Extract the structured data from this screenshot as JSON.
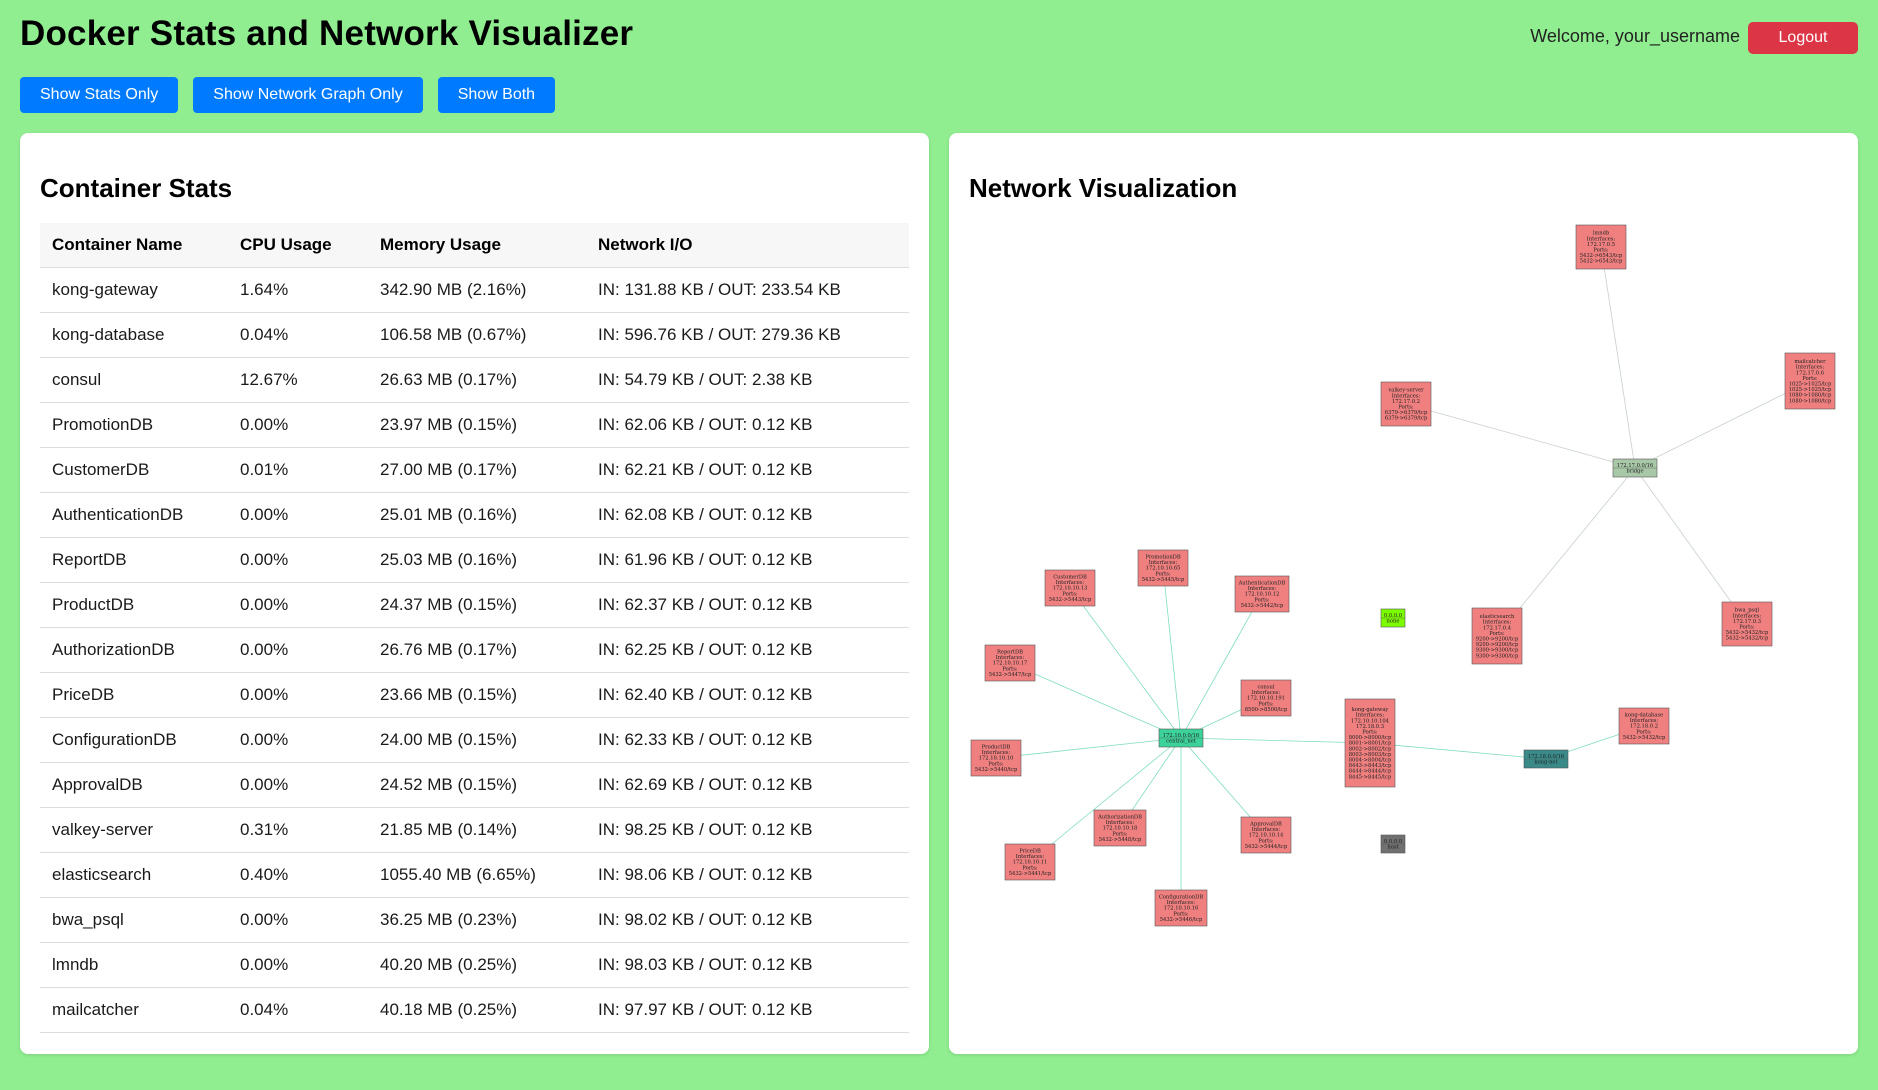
{
  "header": {
    "title": "Docker Stats and Network Visualizer",
    "welcome": "Welcome, your_username",
    "logout_label": "Logout"
  },
  "toolbar": {
    "stats_only_label": "Show Stats Only",
    "network_only_label": "Show Network Graph Only",
    "both_label": "Show Both"
  },
  "stats": {
    "title": "Container Stats",
    "columns": [
      "Container Name",
      "CPU Usage",
      "Memory Usage",
      "Network I/O"
    ],
    "rows": [
      [
        "kong-gateway",
        "1.64%",
        "342.90 MB (2.16%)",
        "IN: 131.88 KB / OUT: 233.54 KB"
      ],
      [
        "kong-database",
        "0.04%",
        "106.58 MB (0.67%)",
        "IN: 596.76 KB / OUT: 279.36 KB"
      ],
      [
        "consul",
        "12.67%",
        "26.63 MB (0.17%)",
        "IN: 54.79 KB / OUT: 2.38 KB"
      ],
      [
        "PromotionDB",
        "0.00%",
        "23.97 MB (0.15%)",
        "IN: 62.06 KB / OUT: 0.12 KB"
      ],
      [
        "CustomerDB",
        "0.01%",
        "27.00 MB (0.17%)",
        "IN: 62.21 KB / OUT: 0.12 KB"
      ],
      [
        "AuthenticationDB",
        "0.00%",
        "25.01 MB (0.16%)",
        "IN: 62.08 KB / OUT: 0.12 KB"
      ],
      [
        "ReportDB",
        "0.00%",
        "25.03 MB (0.16%)",
        "IN: 61.96 KB / OUT: 0.12 KB"
      ],
      [
        "ProductDB",
        "0.00%",
        "24.37 MB (0.15%)",
        "IN: 62.37 KB / OUT: 0.12 KB"
      ],
      [
        "AuthorizationDB",
        "0.00%",
        "26.76 MB (0.17%)",
        "IN: 62.25 KB / OUT: 0.12 KB"
      ],
      [
        "PriceDB",
        "0.00%",
        "23.66 MB (0.15%)",
        "IN: 62.40 KB / OUT: 0.12 KB"
      ],
      [
        "ConfigurationDB",
        "0.00%",
        "24.00 MB (0.15%)",
        "IN: 62.33 KB / OUT: 0.12 KB"
      ],
      [
        "ApprovalDB",
        "0.00%",
        "24.52 MB (0.15%)",
        "IN: 62.69 KB / OUT: 0.12 KB"
      ],
      [
        "valkey-server",
        "0.31%",
        "21.85 MB (0.14%)",
        "IN: 98.25 KB / OUT: 0.12 KB"
      ],
      [
        "elasticsearch",
        "0.40%",
        "1055.40 MB (6.65%)",
        "IN: 98.06 KB / OUT: 0.12 KB"
      ],
      [
        "bwa_psql",
        "0.00%",
        "36.25 MB (0.23%)",
        "IN: 98.02 KB / OUT: 0.12 KB"
      ],
      [
        "lmndb",
        "0.00%",
        "40.20 MB (0.25%)",
        "IN: 98.03 KB / OUT: 0.12 KB"
      ],
      [
        "mailcatcher",
        "0.04%",
        "40.18 MB (0.25%)",
        "IN: 97.97 KB / OUT: 0.12 KB"
      ]
    ]
  },
  "network": {
    "title": "Network Visualization",
    "colors": {
      "container": "#f08080",
      "central_net": "#3cd39b",
      "bridge": "#a8c8a8",
      "kong_net": "#3a8a8a",
      "none": "#7cfc00",
      "host": "#707070",
      "edge_green": "#7fdcc0",
      "edge_gray": "#c8d0c8"
    },
    "networks": [
      {
        "id": "central",
        "lines": [
          "172.10.0.0/16",
          "central_net"
        ],
        "color": "central_net"
      },
      {
        "id": "bridge",
        "lines": [
          "172.17.0.0/16",
          "bridge"
        ],
        "color": "bridge"
      },
      {
        "id": "kong",
        "lines": [
          "172.18.0.0/16",
          "kong-net"
        ],
        "color": "kong_net"
      },
      {
        "id": "none",
        "lines": [
          "0.0.0.0",
          "none"
        ],
        "color": "none"
      },
      {
        "id": "host",
        "lines": [
          "0.0.0.0",
          "host"
        ],
        "color": "host"
      }
    ],
    "containers": [
      {
        "id": "lmndb",
        "net": "bridge",
        "lines": [
          "lmndb",
          "Interfaces:",
          "172.17.0.5",
          "Ports:",
          "5432->6543/tcp",
          "5432->6543/tcp"
        ]
      },
      {
        "id": "mailcatcher",
        "net": "bridge",
        "lines": [
          "mailcatcher",
          "Interfaces:",
          "172.17.0.6",
          "Ports:",
          "1025->1025/tcp",
          "1025->1025/tcp",
          "1080->1080/tcp",
          "1080->1080/tcp"
        ]
      },
      {
        "id": "valkey",
        "net": "bridge",
        "lines": [
          "valkey-server",
          "Interfaces:",
          "172.17.0.2",
          "Ports:",
          "6379->6379/tcp",
          "6379->6379/tcp"
        ]
      },
      {
        "id": "elastic",
        "net": "bridge",
        "lines": [
          "elasticsearch",
          "Interfaces:",
          "172.17.0.4",
          "Ports:",
          "9200->9200/tcp",
          "9200->9200/tcp",
          "9300->9300/tcp",
          "9300->9300/tcp"
        ]
      },
      {
        "id": "bwa",
        "net": "bridge",
        "lines": [
          "bwa_psql",
          "Interfaces:",
          "172.17.0.3",
          "Ports:",
          "5432->5432/tcp",
          "5432->5432/tcp"
        ]
      },
      {
        "id": "customer",
        "net": "central",
        "lines": [
          "CustomerDB",
          "Interfaces:",
          "172.10.10.13",
          "Ports:",
          "5432->5443/tcp"
        ]
      },
      {
        "id": "promotion",
        "net": "central",
        "lines": [
          "PromotionDB",
          "Interfaces:",
          "172.10.10.65",
          "Ports:",
          "5432->5445/tcp"
        ]
      },
      {
        "id": "authentication",
        "net": "central",
        "lines": [
          "AuthenticationDB",
          "Interfaces:",
          "172.10.10.12",
          "Ports:",
          "5432->5442/tcp"
        ]
      },
      {
        "id": "report",
        "net": "central",
        "lines": [
          "ReportDB",
          "Interfaces:",
          "172.10.10.17",
          "Ports:",
          "5432->5447/tcp"
        ]
      },
      {
        "id": "consul",
        "net": "central",
        "lines": [
          "consul",
          "Interfaces:",
          "172.10.10.191",
          "Ports:",
          "8500->8500/tcp"
        ]
      },
      {
        "id": "product",
        "net": "central",
        "lines": [
          "ProductDB",
          "Interfaces:",
          "172.10.10.10",
          "Ports:",
          "5432->5440/tcp"
        ]
      },
      {
        "id": "authorization",
        "net": "central",
        "lines": [
          "AuthorizationDB",
          "Interfaces:",
          "172.10.10.18",
          "Ports:",
          "5432->5448/tcp"
        ]
      },
      {
        "id": "approval",
        "net": "central",
        "lines": [
          "ApprovalDB",
          "Interfaces:",
          "172.10.10.14",
          "Ports:",
          "5432->5444/tcp"
        ]
      },
      {
        "id": "price",
        "net": "central",
        "lines": [
          "PriceDB",
          "Interfaces:",
          "172.10.10.11",
          "Ports:",
          "5432->5441/tcp"
        ]
      },
      {
        "id": "configuration",
        "net": "central",
        "lines": [
          "ConfigurationDB",
          "Interfaces:",
          "172.10.10.16",
          "Ports:",
          "5432->5446/tcp"
        ]
      },
      {
        "id": "kong-gateway",
        "net": "central",
        "lines": [
          "kong-gateway",
          "Interfaces:",
          "172.10.10.104",
          "172.18.0.3",
          "Ports:",
          "8000->8000/tcp",
          "8001->8001/tcp",
          "8002->8002/tcp",
          "8003->8003/tcp",
          "8004->8004/tcp",
          "8443->8443/tcp",
          "8444->8444/tcp",
          "8445->8445/tcp"
        ]
      },
      {
        "id": "kong-database",
        "net": "kong",
        "lines": [
          "kong-database",
          "Interfaces:",
          "172.18.0.2",
          "Ports:",
          "5432->5432/tcp"
        ]
      }
    ],
    "extra_edges": [
      [
        "kong-gateway",
        "kong"
      ]
    ]
  }
}
